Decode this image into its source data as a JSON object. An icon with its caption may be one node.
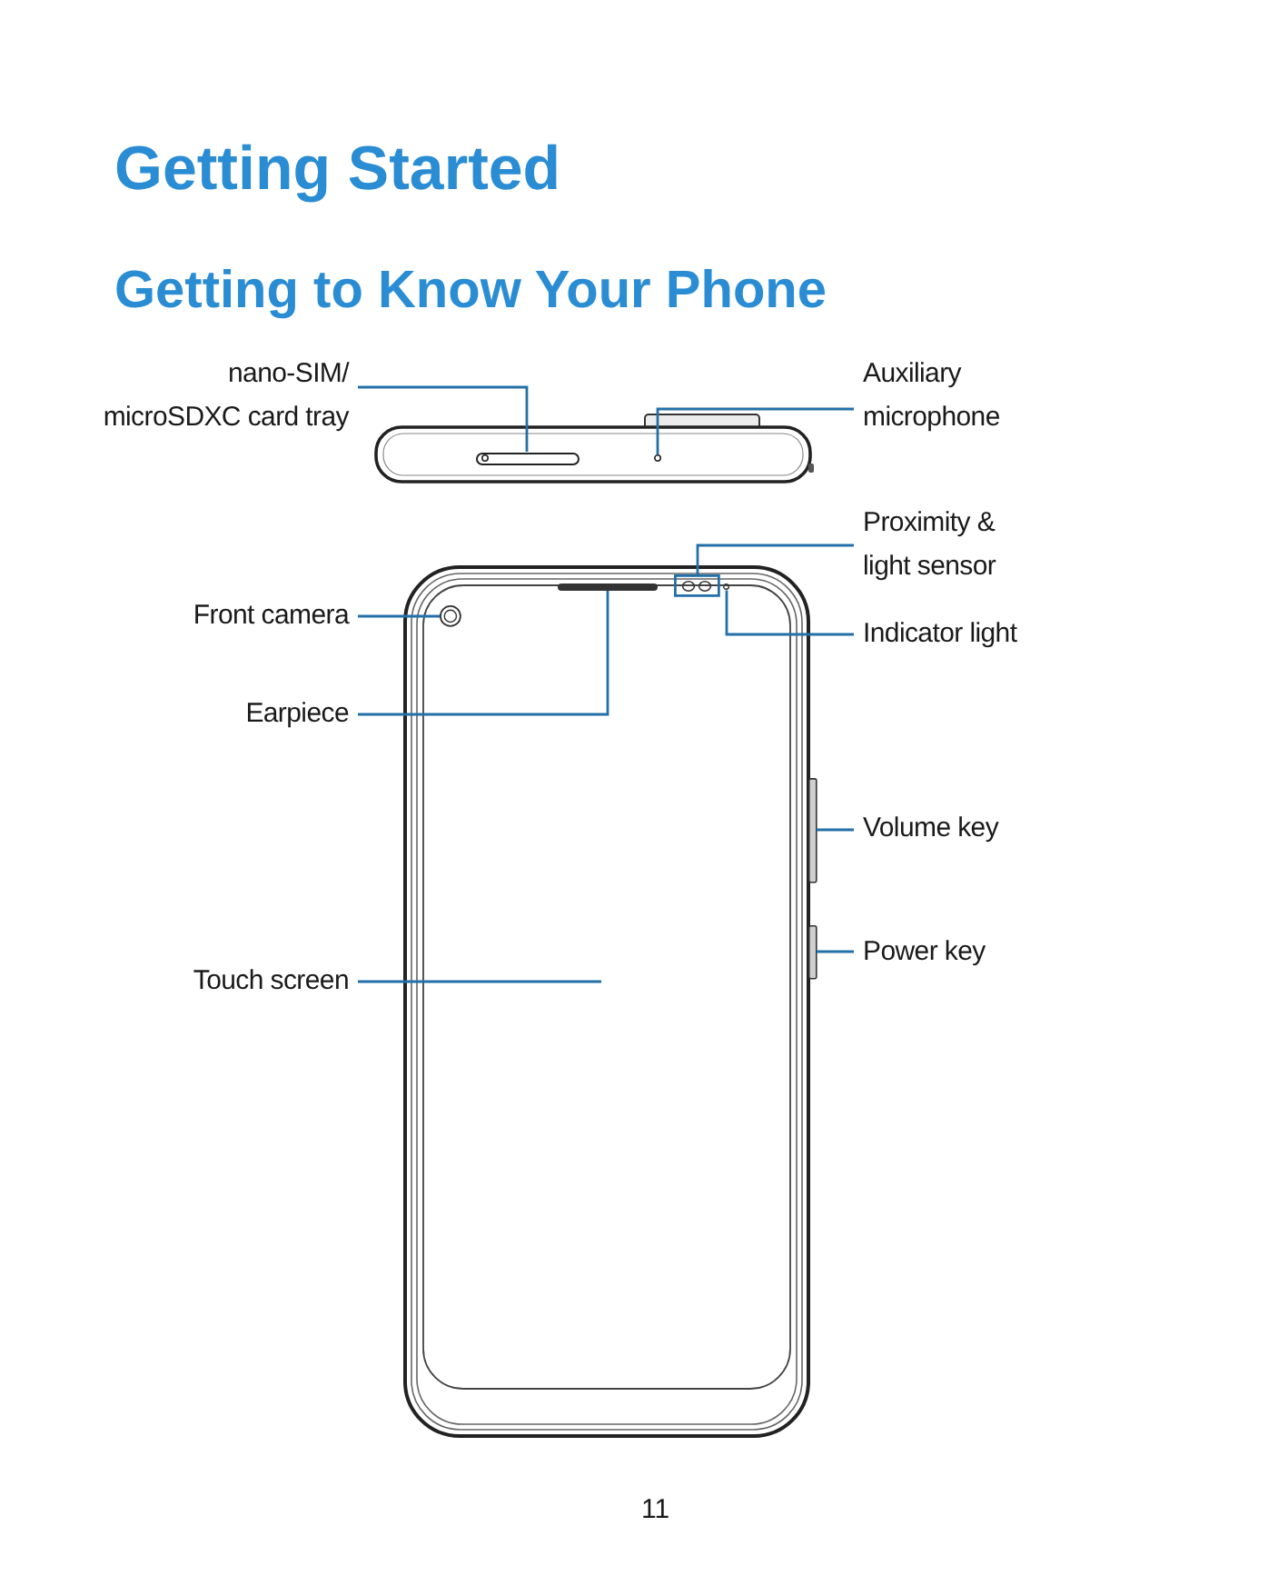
{
  "diagram": {
    "title": "Getting Started",
    "nodes": [
      {
        "text": [
          "nano-SIM/ microSDXC card tray"
        ]
      },
      {
        "text": [
          "Auxiliary microphone"
        ]
      },
      {
        "text": [
          "Proximity & light sensor"
        ]
      },
      {
        "text": [
          "Front camera"
        ]
      },
      {
        "text": [
          "Indicator light"
        ]
      },
      {
        "text": [
          "Earpiece"
        ]
      },
      {
        "text": [
          "Volume key"
        ]
      },
      {
        "text": [
          "Power key"
        ]
      },
      {
        "text": [
          "Touch screen"
        ]
      },
      {
        "text": [],
        "shape": "bar"
      },
      {
        "text": [],
        "shape": "circle"
      },
      {
        "text": [],
        "shape": "box"
      },
      {
        "text": [],
        "shape": "circle"
      },
      {
        "text": [],
        "shape": "circle"
      },
      {
        "text": [],
        "shape": "bar"
      },
      {
        "text": [],
        "shape": "bar"
      },
      {
        "text": [],
        "shape": "bar"
      }
    ],
    "edges": [
      {
        "from": 0,
        "to": 9,
        "arrow": "none"
      },
      {
        "from": 1,
        "to": 10,
        "arrow": "none"
      },
      {
        "from": 2,
        "to": 11,
        "arrow": "none"
      },
      {
        "from": 3,
        "to": 12,
        "arrow": "none"
      },
      {
        "from": 4,
        "to": 13,
        "arrow": "none"
      },
      {
        "from": 5,
        "to": 14,
        "arrow": "none"
      },
      {
        "from": 6,
        "to": 15,
        "arrow": "none"
      },
      {
        "from": 7,
        "to": 16,
        "arrow": "none"
      },
      {
        "from": 8,
        "to": null,
        "arrow": "none"
      }
    ],
    "labels": [
      "Getting to Know Your Phone",
      "11"
    ]
  }
}
